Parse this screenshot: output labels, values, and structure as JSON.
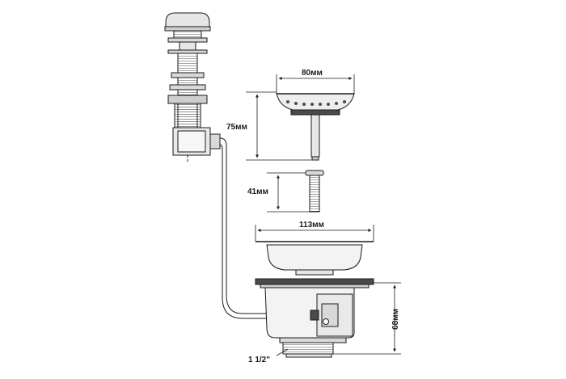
{
  "diagram": {
    "colors": {
      "line": "#1a1a1a",
      "fill_light": "#f3f3f3",
      "fill_mid": "#d9d9d9",
      "fill_dark": "#4a4a4a"
    },
    "labels": {
      "strainer_width": "80мм",
      "strainer_height": "75мм",
      "screw_length": "41мм",
      "plate_width": "113мм",
      "body_height": "68мм",
      "thread_size": "1 1/2\""
    }
  }
}
